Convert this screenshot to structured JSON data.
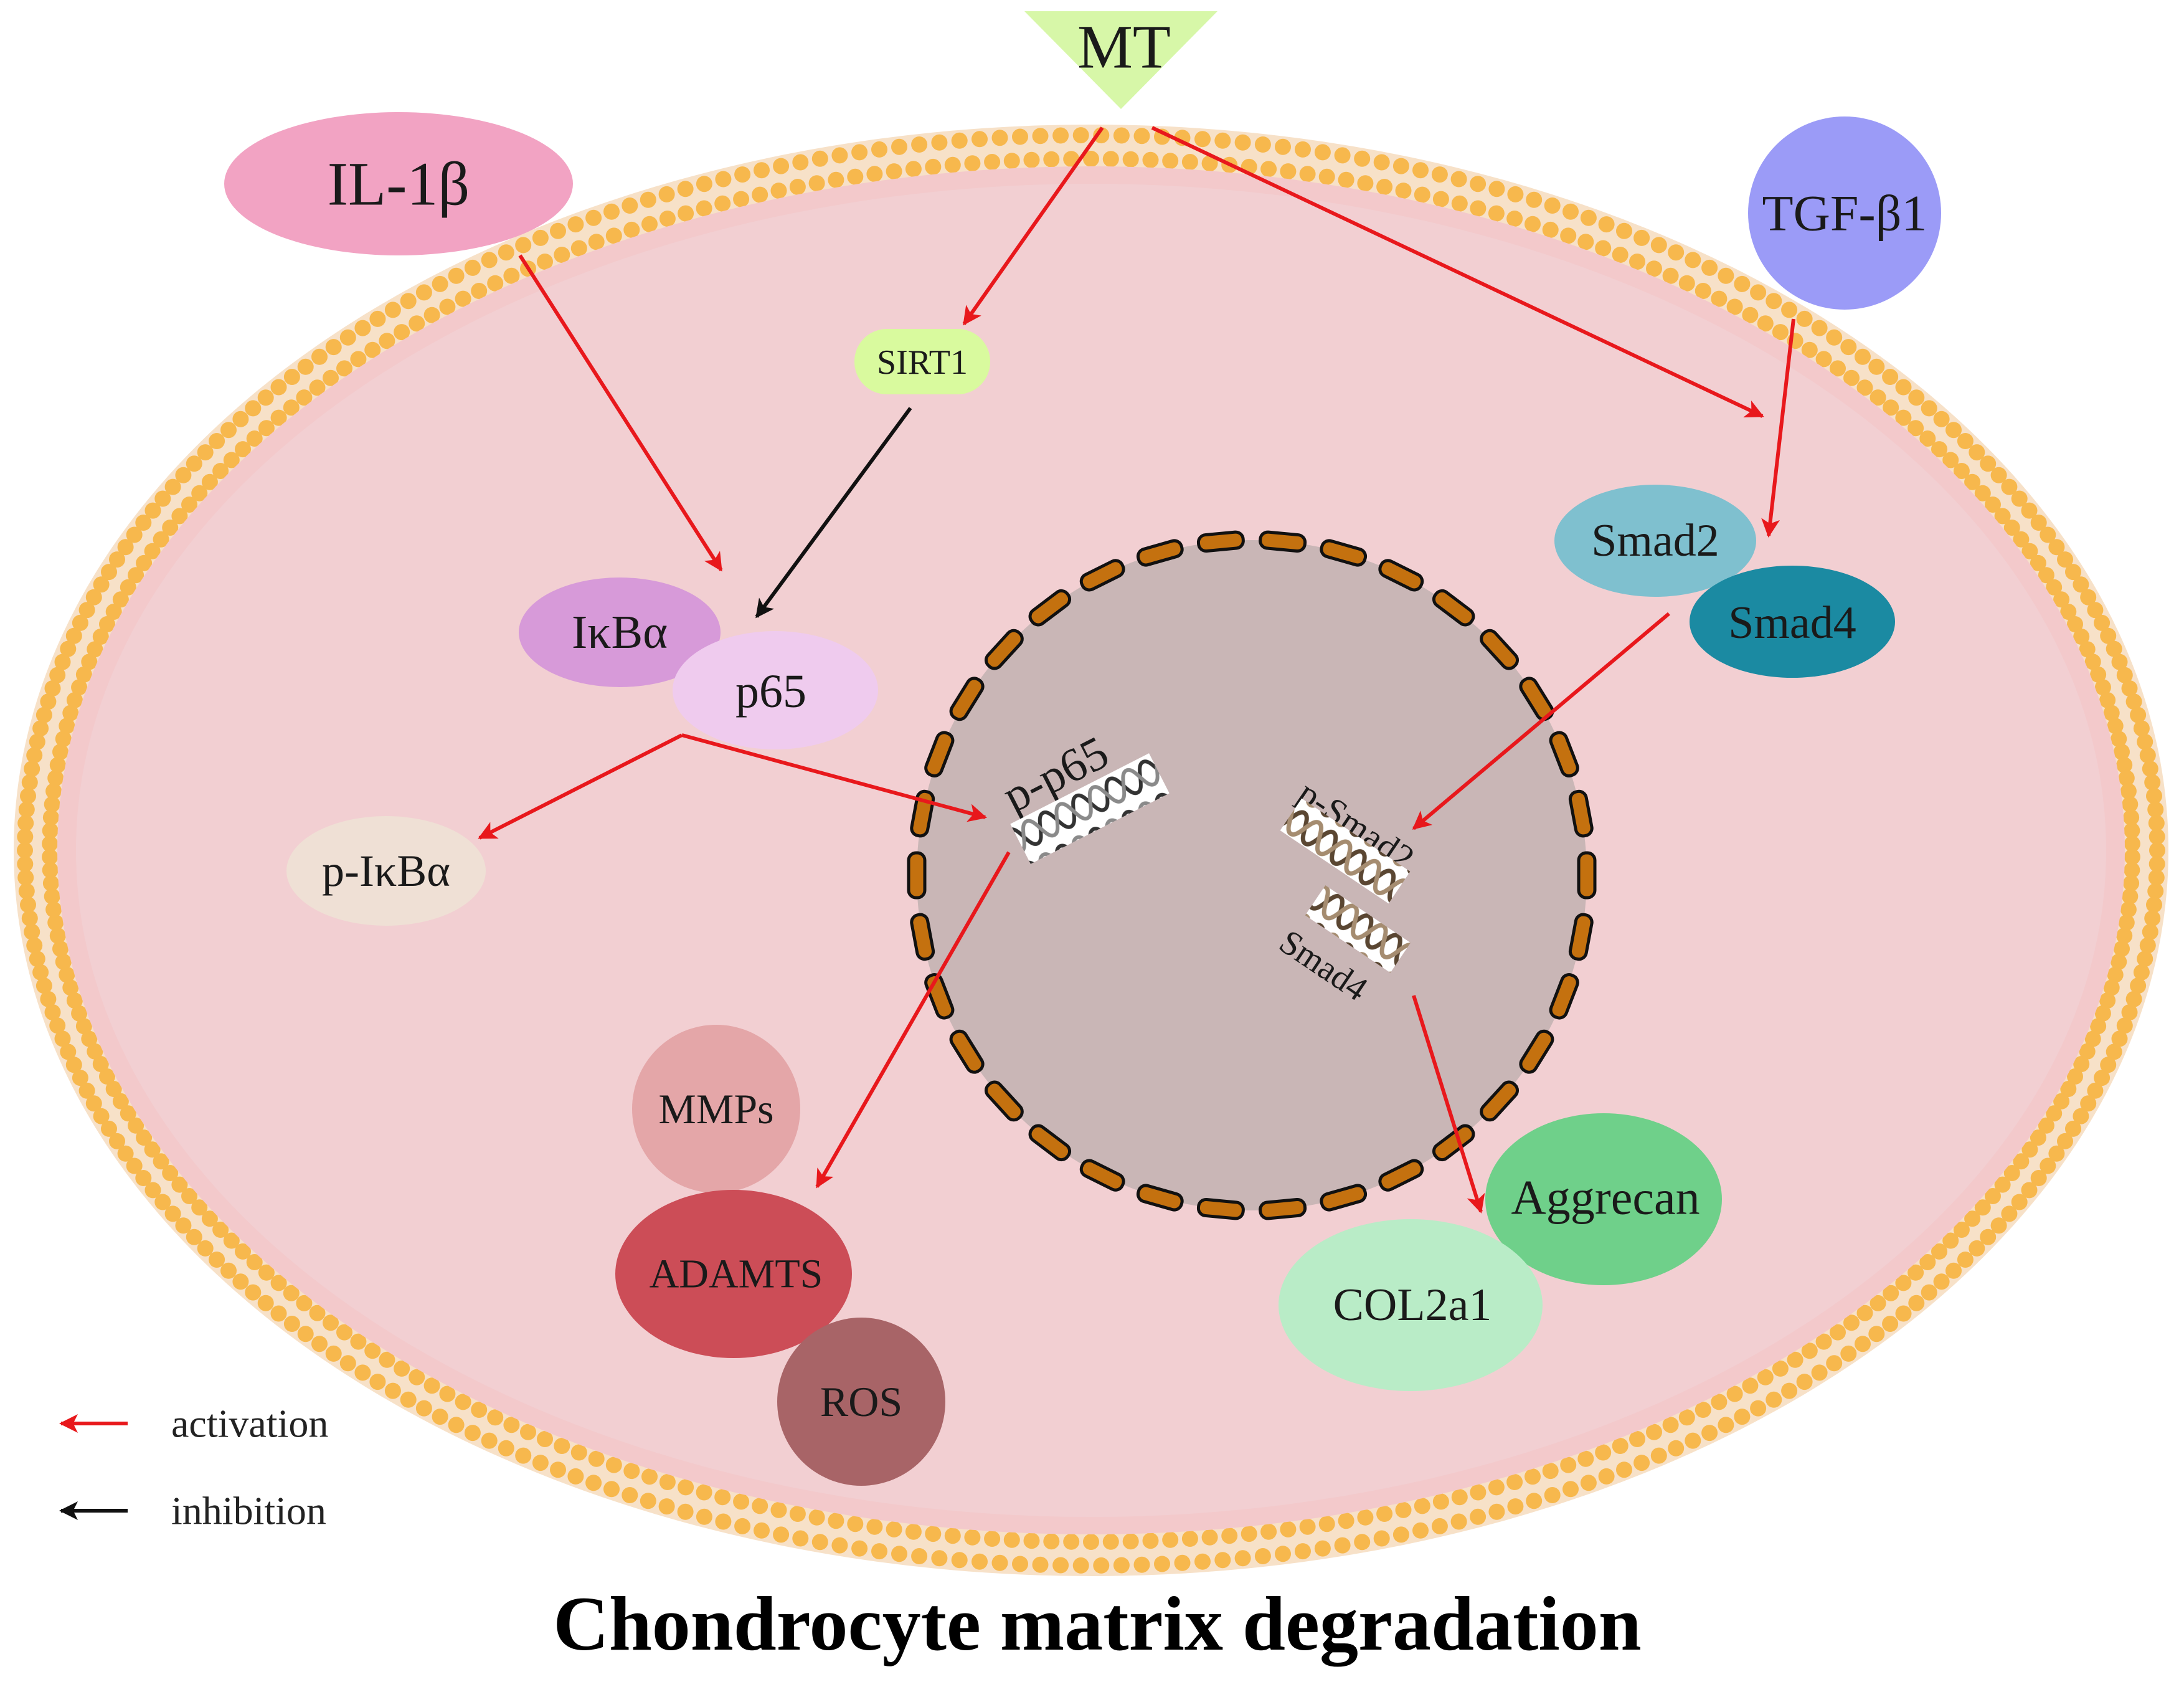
{
  "title": "Chondrocyte matrix degradation",
  "nodes": {
    "mt": "MT",
    "il1b": "IL-1β",
    "tgfb1": "TGF-β1",
    "sirt1": "SIRT1",
    "ikba": "IκBα",
    "p65": "p65",
    "pikba": "p-IκBα",
    "smad2": "Smad2",
    "smad4": "Smad4",
    "pp65": "p-p65",
    "psmad2": "p-Smad2",
    "smad4_nuclear": "Smad4",
    "mmps": "MMPs",
    "adamts": "ADAMTS",
    "ros": "ROS",
    "aggrecan": "Aggrecan",
    "col2a1": "COL2a1"
  },
  "legend": {
    "activation": "activation",
    "inhibition": "inhibition"
  },
  "colors": {
    "activation": "#e8181c",
    "inhibition": "#111111",
    "cytoplasm": "#f2cfd2",
    "membrane_beads": "#f7b84d",
    "nucleus": "#c9b6b6",
    "nuclear_envelope": "#c4710f",
    "il1b": "#f2a3c3",
    "tgfb1": "#9b9bf7",
    "mt": "#d7f7a8",
    "sirt1": "#d9fa9e",
    "ikba": "#d79ad9",
    "p65": "#efcbee",
    "pikba": "#efe0d5",
    "smad2": "#7fc0cf",
    "smad4": "#1b8aa2",
    "mmps": "#e4a6a8",
    "adamts": "#cc4d57",
    "ros": "#a86467",
    "aggrecan": "#6fd08a",
    "col2a1": "#b9ecc7"
  }
}
